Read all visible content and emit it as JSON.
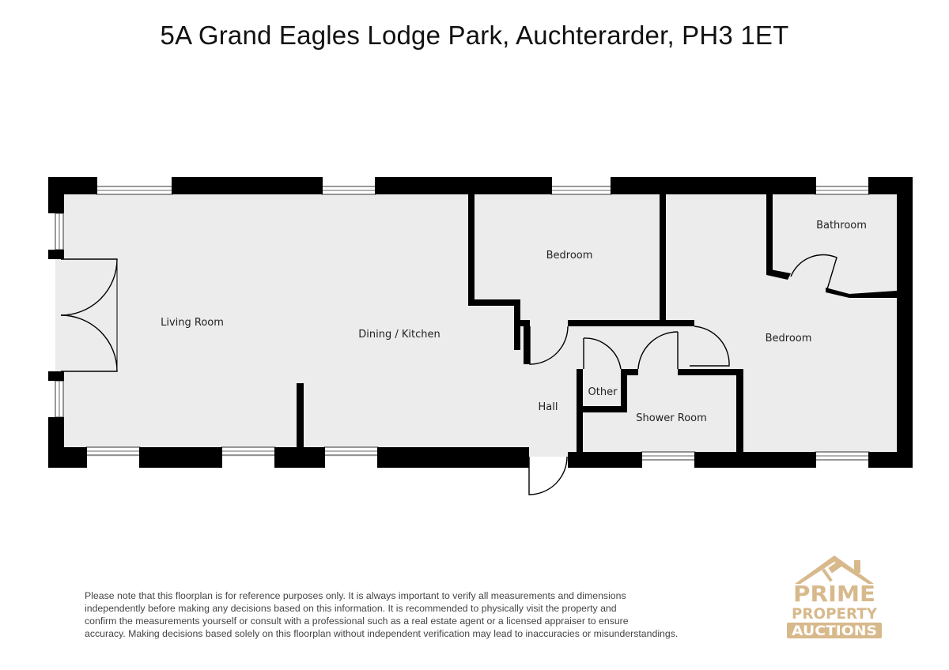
{
  "title": "5A Grand Eagles Lodge Park, Auchterarder, PH3 1ET",
  "rooms": {
    "living_room": "Living Room",
    "dining_kitchen": "Dining / Kitchen",
    "bedroom_1": "Bedroom",
    "bedroom_2": "Bedroom",
    "bathroom": "Bathroom",
    "hall": "Hall",
    "other": "Other",
    "shower_room": "Shower Room"
  },
  "disclaimer": {
    "line1": "Please note that this floorplan is for reference purposes only. It is always important to verify all measurements and dimensions",
    "line2": "independently before making any decisions based on this information. It is recommended to physically visit the property and",
    "line3": "confirm the measurements yourself or consult with a professional such as a real estate agent or a licensed appraiser to ensure",
    "line4": "accuracy. Making decisions based solely on this floorplan without independent verification may lead to inaccuracies or misunderstandings."
  },
  "logo": {
    "line1": "PRIME",
    "line2": "PROPERTY",
    "line3": "AUCTIONS",
    "color": "#d8b98c"
  },
  "colors": {
    "wall": "#000000",
    "floor": "#ececec",
    "door": "#000000"
  }
}
